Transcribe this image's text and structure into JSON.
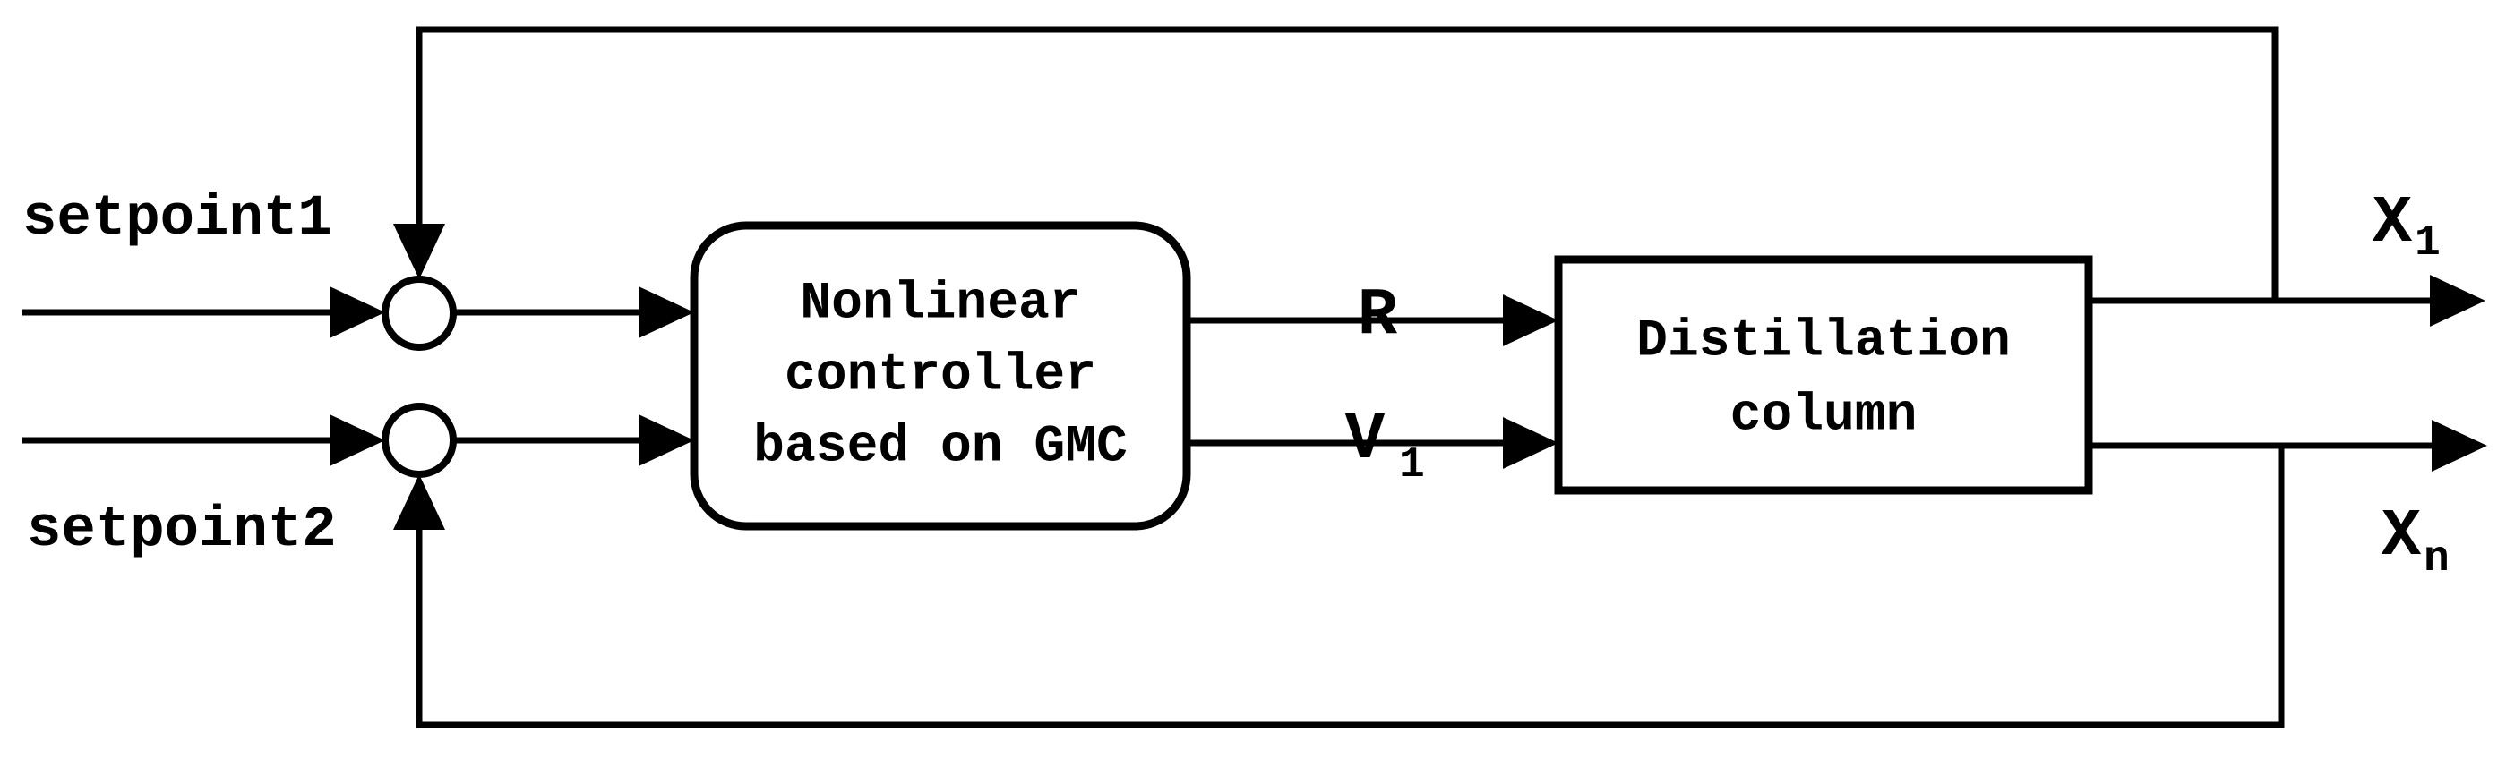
{
  "colors": {
    "ink": "#000000",
    "paper": "#ffffff"
  },
  "diagram": {
    "setpoints": {
      "sp1": "setpoint1",
      "sp2": "setpoint2"
    },
    "controller": {
      "line1": "Nonlinear",
      "line2": "controller",
      "line3": "based on GMC"
    },
    "column": {
      "line1": "Distillation",
      "line2": "column"
    },
    "signals": {
      "r": "R",
      "v1": {
        "base": "V",
        "sub": "1"
      },
      "x1": {
        "base": "X",
        "sub": "1"
      },
      "xn": {
        "base": "X",
        "sub": "n"
      }
    }
  }
}
